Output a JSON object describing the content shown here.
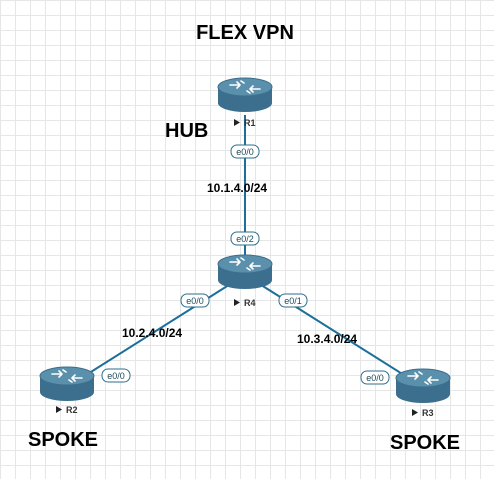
{
  "title": "FLEX VPN",
  "roles": {
    "hub": "HUB",
    "spoke_left": "SPOKE",
    "spoke_right": "SPOKE"
  },
  "devices": {
    "r1": "R1",
    "r2": "R2",
    "r3": "R3",
    "r4": "R4"
  },
  "subnets": {
    "r1_r4": "10.1.4.0/24",
    "r2_r4": "10.2.4.0/24",
    "r3_r4": "10.3.4.0/24"
  },
  "interfaces": {
    "r1_e0_0": "e0/0",
    "r4_e0_2": "e0/2",
    "r4_e0_0": "e0/0",
    "r4_e0_1": "e0/1",
    "r2_e0_0": "e0/0",
    "r3_e0_0": "e0/0"
  },
  "colors": {
    "link": "#1d6f9a",
    "router_body": "#3c6f8d",
    "router_top": "#5a90ac",
    "grid": "#e6e6e6"
  }
}
